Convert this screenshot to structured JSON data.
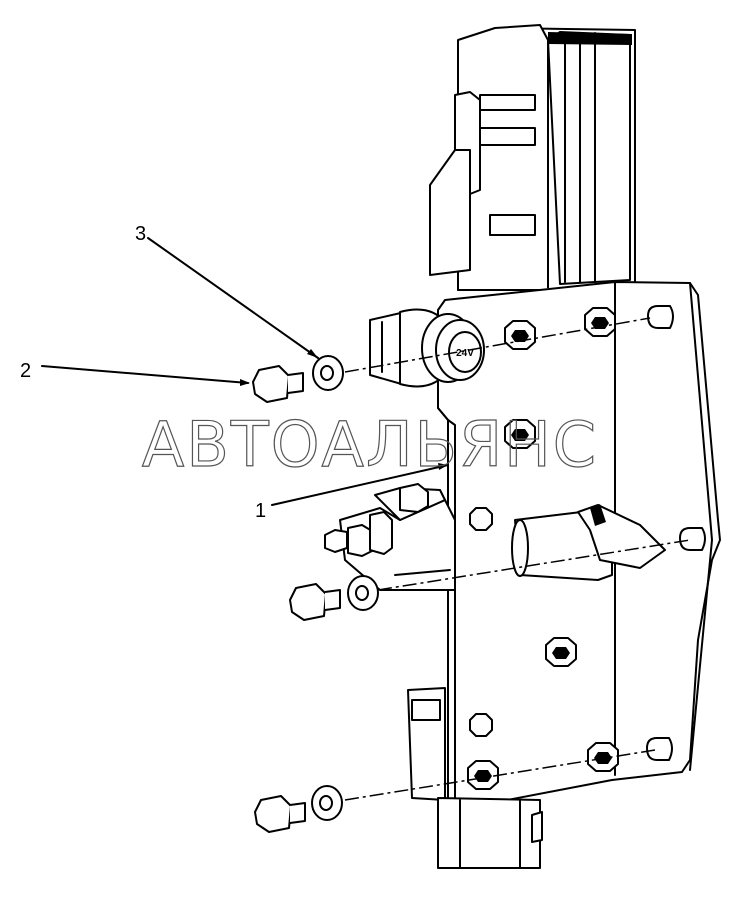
{
  "callouts": [
    {
      "number": "1",
      "part": "bracket-plate"
    },
    {
      "number": "2",
      "part": "bolt"
    },
    {
      "number": "3",
      "part": "washer"
    }
  ],
  "switch_marking": "24V",
  "watermark": "АВТОАЛЬЯНС"
}
